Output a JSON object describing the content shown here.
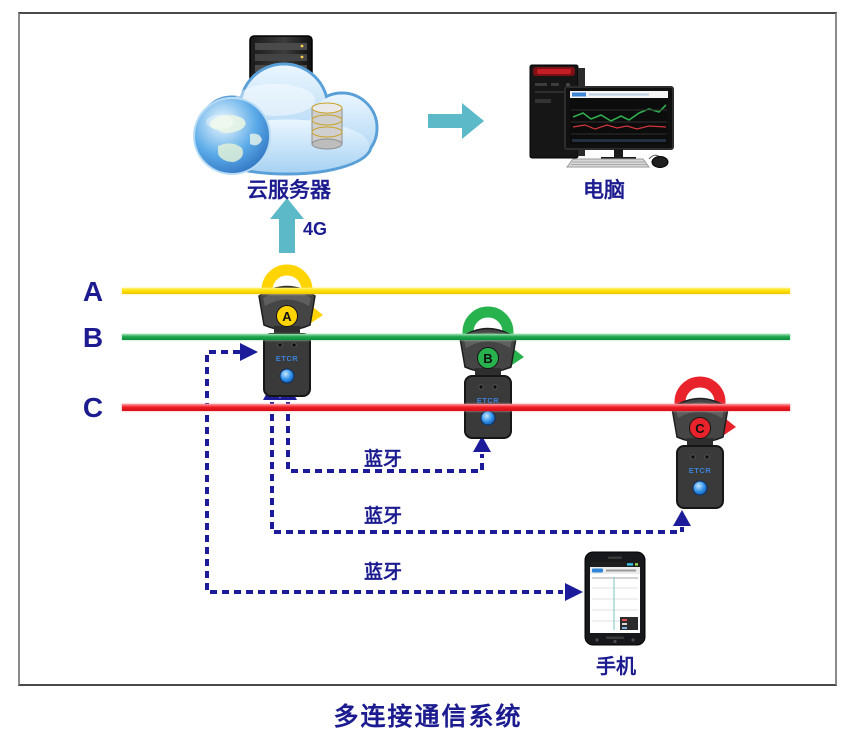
{
  "title": "多连接通信系统",
  "cloud_server": {
    "label": "云服务器"
  },
  "computer": {
    "label": "电脑"
  },
  "uplink": {
    "label": "4G"
  },
  "phases": [
    {
      "label": "A",
      "color": "#ffdf00"
    },
    {
      "label": "B",
      "color": "#21a94d"
    },
    {
      "label": "C",
      "color": "#ee1c25"
    }
  ],
  "clamps": [
    {
      "label": "A",
      "color": "#ffd400",
      "logo": "ETCR"
    },
    {
      "label": "B",
      "color": "#27b24e",
      "logo": "ETCR"
    },
    {
      "label": "C",
      "color": "#e9232c",
      "logo": "ETCR"
    }
  ],
  "bluetooth_links": [
    {
      "label": "蓝牙"
    },
    {
      "label": "蓝牙"
    },
    {
      "label": "蓝牙"
    }
  ],
  "phone": {
    "label": "手机"
  },
  "accent_colors": {
    "arrow_teal": "#5cb9c8",
    "dash_navy": "#1c1c9b",
    "text_navy": "#1c1c90"
  }
}
